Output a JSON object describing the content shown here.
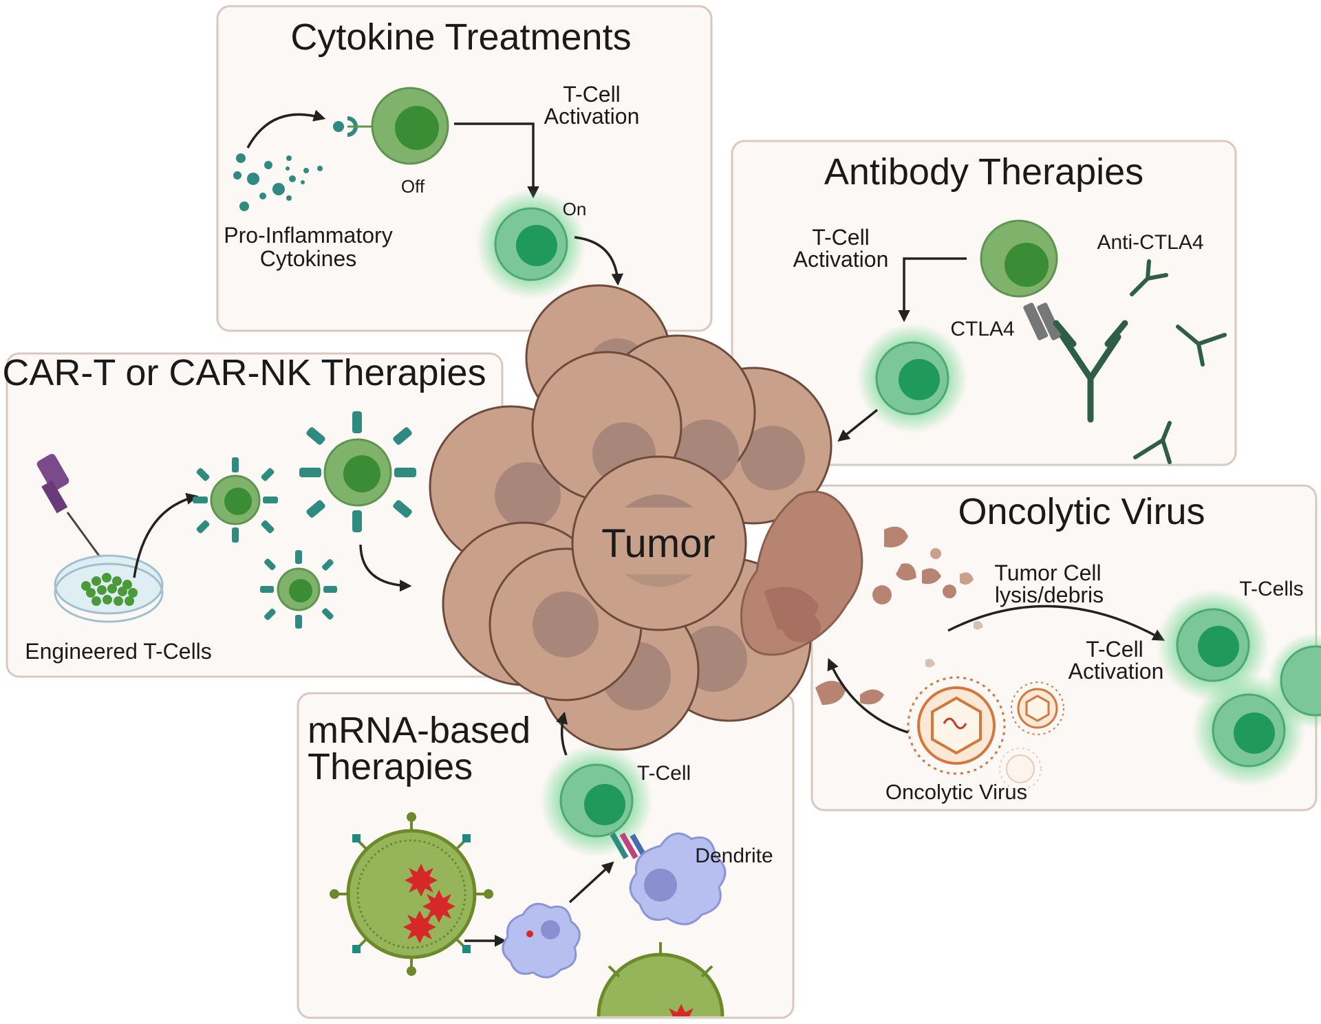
{
  "center": {
    "label": "Tumor"
  },
  "panels": {
    "cytokine": {
      "title": "Cytokine Treatments",
      "cytokines_label_line1": "Pro-Inflammatory",
      "cytokines_label_line2": "Cytokines",
      "off_label": "Off",
      "on_label": "On",
      "activation_line1": "T-Cell",
      "activation_line2": "Activation"
    },
    "antibody": {
      "title": "Antibody Therapies",
      "activation_line1": "T-Cell",
      "activation_line2": "Activation",
      "receptor_label": "CTLA4",
      "antibody_label": "Anti-CTLA4"
    },
    "car": {
      "title": "CAR-T or CAR-NK Therapies",
      "engineered_label": "Engineered T-Cells"
    },
    "oncolytic": {
      "title": "Oncolytic Virus",
      "lysis_line1": "Tumor Cell",
      "lysis_line2": "lysis/debris",
      "tcells_label": "T-Cells",
      "activation_line1": "T-Cell",
      "activation_line2": "Activation",
      "virus_label": "Oncolytic Virus"
    },
    "mrna": {
      "title_line1": "mRNA-based",
      "title_line2": "Therapies",
      "tcell_label": "T-Cell",
      "dendrite_label": "Dendrite"
    }
  },
  "colors": {
    "panel_background": "#fcf8f5",
    "tcell_green": "#7fb26a",
    "activated_glow": "#5fd184",
    "tumor_tan": "#c9a08a",
    "antibody_green": "#2e5e47",
    "cytokine_teal": "#2f8a80",
    "virus_orange": "#d3773a",
    "dendritic_blue": "#9fa8e0"
  }
}
